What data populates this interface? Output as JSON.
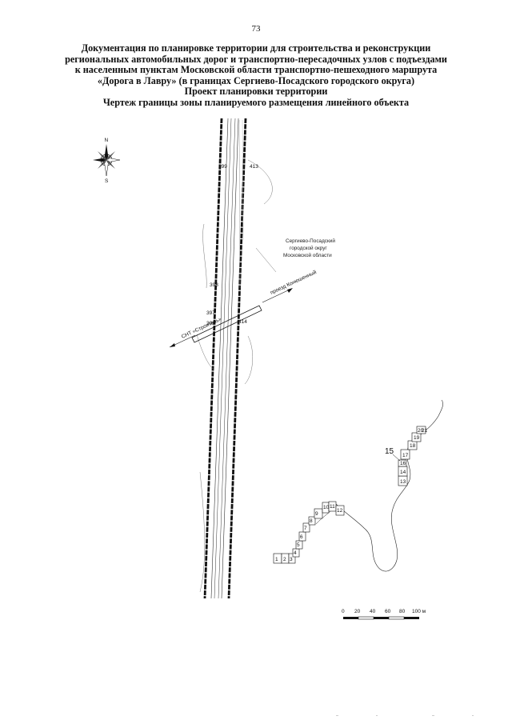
{
  "page_number": "73",
  "title_lines": [
    "Документация по планировке территории для строительства и реконструкции",
    "региональных автомобильных дорог и транспортно-пересадочных узлов с подъездами",
    "к населенным пунктам Московской области транспортно-пешеходного маршрута",
    "«Дорога в Лавру» (в границах Сергиево-Посадского городского округа)",
    "Проект планировки территории",
    "Чертеж границы зоны планируемого размещения линейного объекта"
  ],
  "compass": {
    "north_letter": "N",
    "south_letter": "S",
    "icon": "compass-rose-icon"
  },
  "area_label": [
    "Сергиево-Посадский",
    "городской округ",
    "Московской области"
  ],
  "road_labels": {
    "road_a": "проезд Конюшенный",
    "road_b": "СНТ «Строитель»"
  },
  "boundary_points": {
    "p399": "399",
    "p413": "413",
    "p398": "398",
    "p397": "397",
    "p396": "396",
    "p414": "414"
  },
  "plot_numbers": [
    "1",
    "2",
    "3",
    "4",
    "5",
    "6",
    "7",
    "8",
    "9",
    "10",
    "11",
    "12",
    "13",
    "14",
    "15",
    "16",
    "17",
    "18",
    "19",
    "20",
    "21"
  ],
  "scale_bar": {
    "ticks": [
      "0",
      "20",
      "40",
      "60",
      "80",
      "100 м"
    ]
  }
}
